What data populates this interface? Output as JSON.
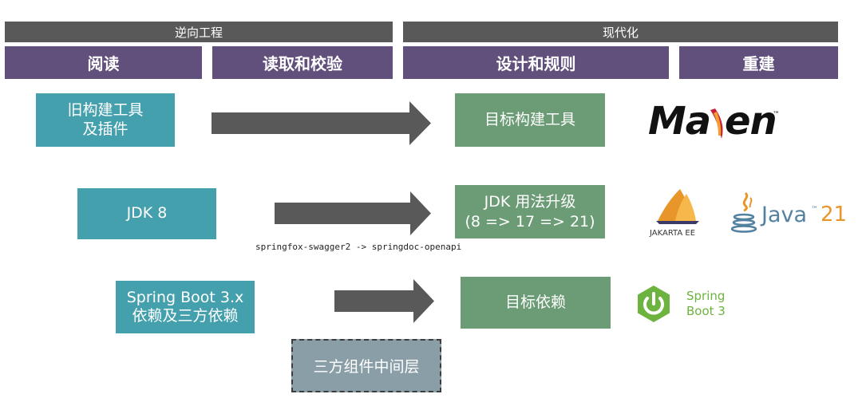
{
  "phases": {
    "reverse": "逆向工程",
    "modern": "现代化"
  },
  "stages": {
    "read": "阅读",
    "verify": "读取和校验",
    "design": "设计和规则",
    "rebuild": "重建"
  },
  "rows": {
    "build": {
      "source": "旧构建工具\n及插件",
      "target": "目标构建工具"
    },
    "jdk": {
      "source": "JDK 8",
      "target": "JDK 用法升级\n(8 => 17 => 21)",
      "note": "springfox-swagger2 -> springdoc-openapi"
    },
    "deps": {
      "source": "Spring Boot 3.x\n依赖及三方依赖",
      "target": "目标依赖"
    }
  },
  "middleware": "三方组件中间层",
  "logos": {
    "maven": {
      "text": "Maven",
      "tm": "™",
      "color": "#111111",
      "feather_color": "#c8203a"
    },
    "jakarta": {
      "text": "JAKARTA EE",
      "color": "#e8962a"
    },
    "java": {
      "text": "Java",
      "tm": "™",
      "version": "21",
      "color": "#5382a1",
      "accent": "#e8962a"
    },
    "spring": {
      "line1": "Spring",
      "line2": "Boot 3",
      "color": "#6db33f"
    }
  },
  "colors": {
    "phase": "#595959",
    "stage": "#614f7c",
    "teal": "#45a0ad",
    "green": "#6b9c76",
    "arrow": "#595959",
    "middleware": "#8a9ea8"
  }
}
